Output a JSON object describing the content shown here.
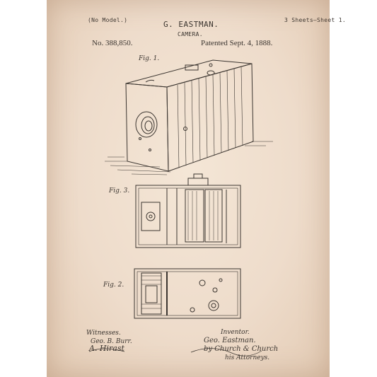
{
  "header": {
    "model": "(No Model.)",
    "inventor_name": "G. EASTMAN.",
    "invention": "CAMERA.",
    "sheets": "3 Sheets—Sheet 1.",
    "patent_number": "No. 388,850.",
    "patented_date": "Patented Sept. 4, 1888."
  },
  "figures": {
    "fig1": "Fig. 1.",
    "fig2": "Fig. 2.",
    "fig3": "Fig. 3."
  },
  "footer": {
    "witnesses_label": "Witnesses.",
    "witness1": "Geo. B. Burr.",
    "witness2": "A. Hirast",
    "inventor_label": "Inventor.",
    "inventor_signature": "Geo. Eastman.",
    "attorneys_signature": "by Church & Church",
    "attorneys_label": "his Attorneys."
  },
  "colors": {
    "paper": "#eedccb",
    "ink": "#3b3530"
  }
}
